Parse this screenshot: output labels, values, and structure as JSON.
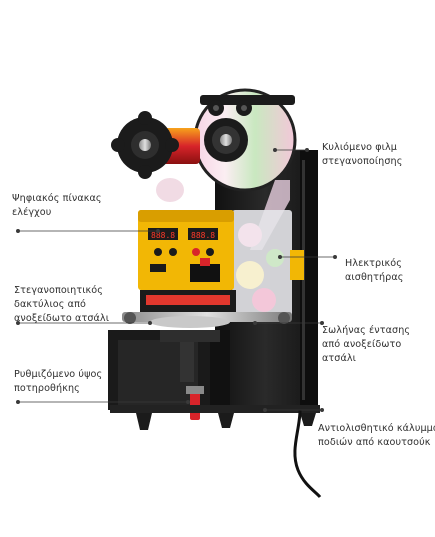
{
  "labels": {
    "film_roll": {
      "line1": "Κυλιόμενο φιλμ",
      "line2": "στεγανοποίησης"
    },
    "control_panel": {
      "line1": "Ψηφιακός πίνακας",
      "line2": "ελέγχου"
    },
    "sensor": {
      "line1": "Ηλεκτρικός",
      "line2": "αισθητήρας"
    },
    "sealing_ring": {
      "line1": "Στεγανοποιητικός",
      "line2": "δακτύλιος από",
      "line3": "ανοξείδωτο ατσάλι"
    },
    "tension_tube": {
      "line1": "Σωλήνας έντασης",
      "line2": "από ανοξείδωτο",
      "line3": "ατσάλι"
    },
    "adjustable_tray": {
      "line1": "Ρυθμιζόμενο ύψος",
      "line2": "ποτηροθήκης"
    },
    "rubber_feet": {
      "line1": "Αντιολισθητικό κάλυμμα",
      "line2": "ποδιών από καουτσούκ"
    }
  },
  "panel": {
    "display_left": "888.8",
    "display_right": "888.8"
  },
  "colors": {
    "machine_body": "#1c1c1c",
    "panel": "#f2b705",
    "accent_red": "#d8242a",
    "leader_line": "#3a3a3a"
  }
}
